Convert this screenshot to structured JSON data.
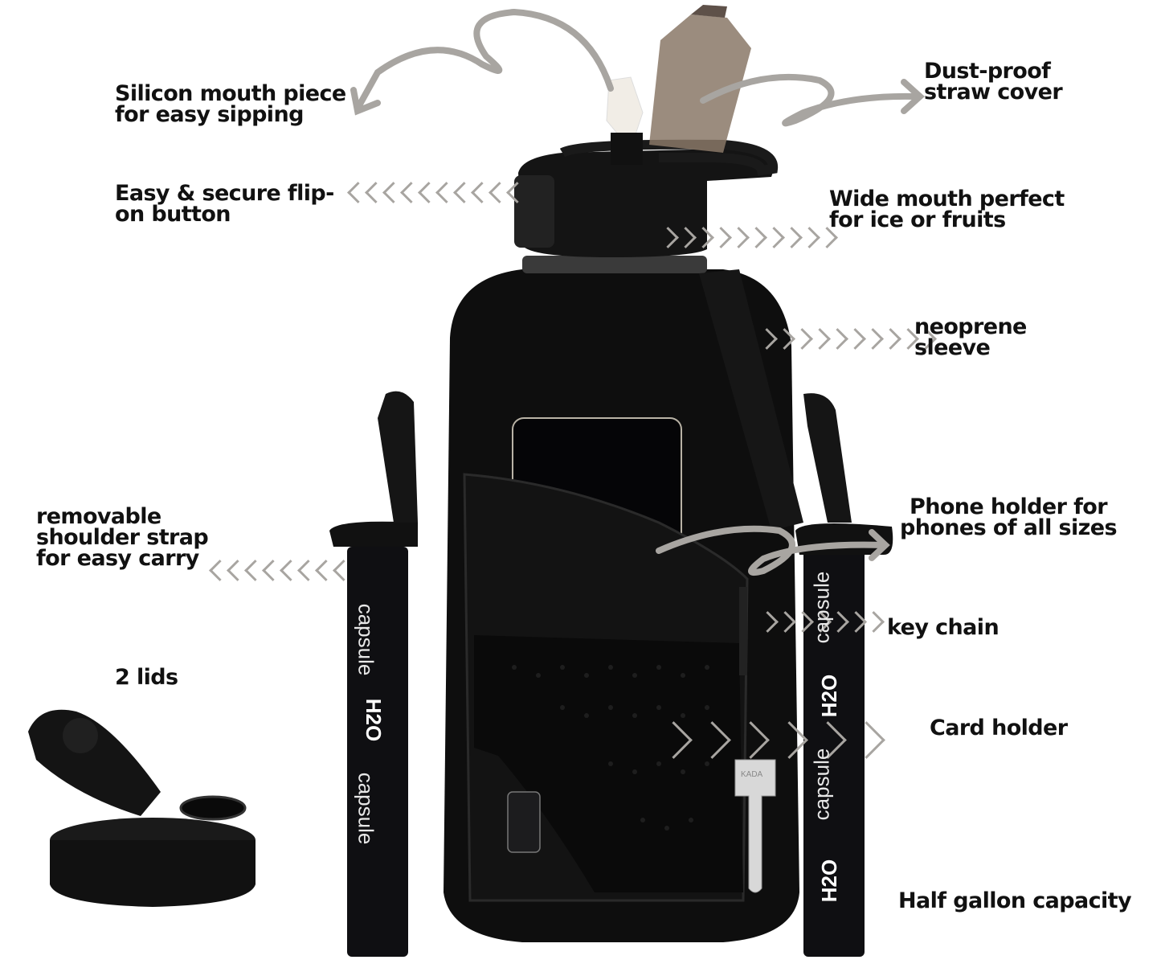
{
  "product": {
    "brand": "H2O capsule",
    "strap_text": "capsule",
    "logo_text": "H2O",
    "key_stamp": "KADA"
  },
  "callouts": {
    "mouthpiece": {
      "line1": "Silicon mouth piece",
      "line2": "for easy sipping"
    },
    "flip_button": {
      "line1": "Easy & secure flip-",
      "line2": "on button"
    },
    "straw_cover": {
      "line1": "Dust-proof",
      "line2": "straw cover"
    },
    "wide_mouth": {
      "line1": "Wide mouth perfect",
      "line2": "for ice or fruits"
    },
    "sleeve": {
      "line1": "neoprene",
      "line2": "sleeve"
    },
    "strap": {
      "line1": "removable",
      "line2": "shoulder strap",
      "line3": "for easy carry"
    },
    "phone_holder": {
      "line1": "Phone holder for",
      "line2": "phones of all sizes"
    },
    "key_chain": {
      "line1": "key chain"
    },
    "card_holder": {
      "line1": "Card holder"
    },
    "lids": {
      "line1": "2 lids"
    },
    "capacity": {
      "line1": "Half gallon capacity"
    }
  },
  "colors": {
    "background": "#ffffff",
    "text": "#111111",
    "arrow": "#a8a5a1",
    "product_black": "#0d0d0d",
    "straw_cover_tint": "#8a7867"
  }
}
